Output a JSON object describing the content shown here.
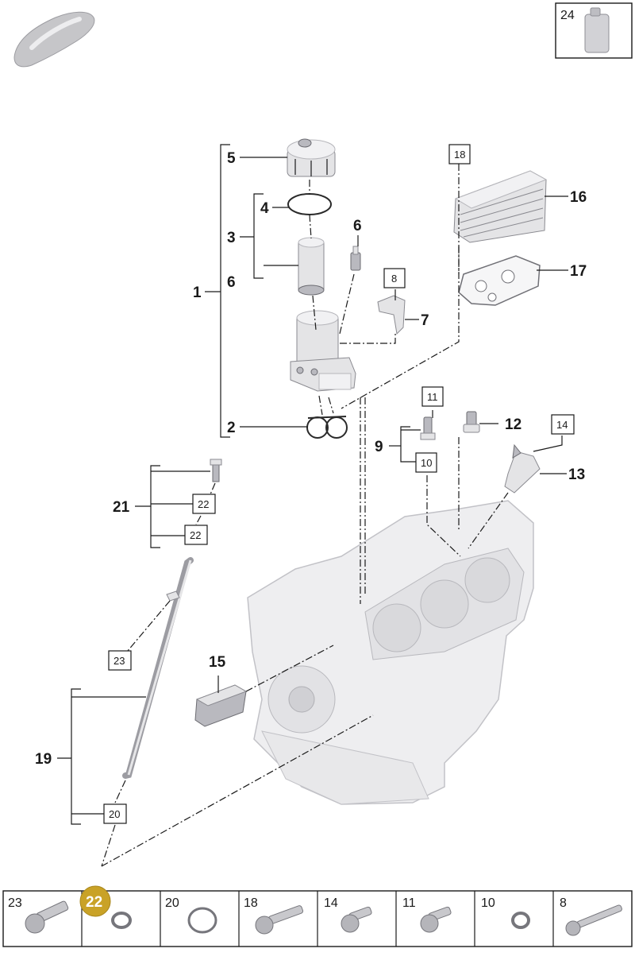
{
  "callouts": {
    "c1": "1",
    "c2": "2",
    "c3": "3",
    "c4": "4",
    "c5": "5",
    "c6a": "6",
    "c6b": "6",
    "c7": "7",
    "c8": "8",
    "c9": "9",
    "c10": "10",
    "c11": "11",
    "c12": "12",
    "c13": "13",
    "c14": "14",
    "c15": "15",
    "c16": "16",
    "c17": "17",
    "c18": "18",
    "c19": "19",
    "c20": "20",
    "c21": "21",
    "c22a": "22",
    "c22b": "22",
    "c23": "23",
    "c24": "24"
  },
  "strip": {
    "items": [
      "23",
      "22",
      "20",
      "18",
      "14",
      "11",
      "10",
      "8"
    ],
    "highlighted": "22",
    "highlight_color": "#c9a227"
  },
  "colors": {
    "line": "#1a1a1a",
    "part": "#e4e4e6"
  }
}
